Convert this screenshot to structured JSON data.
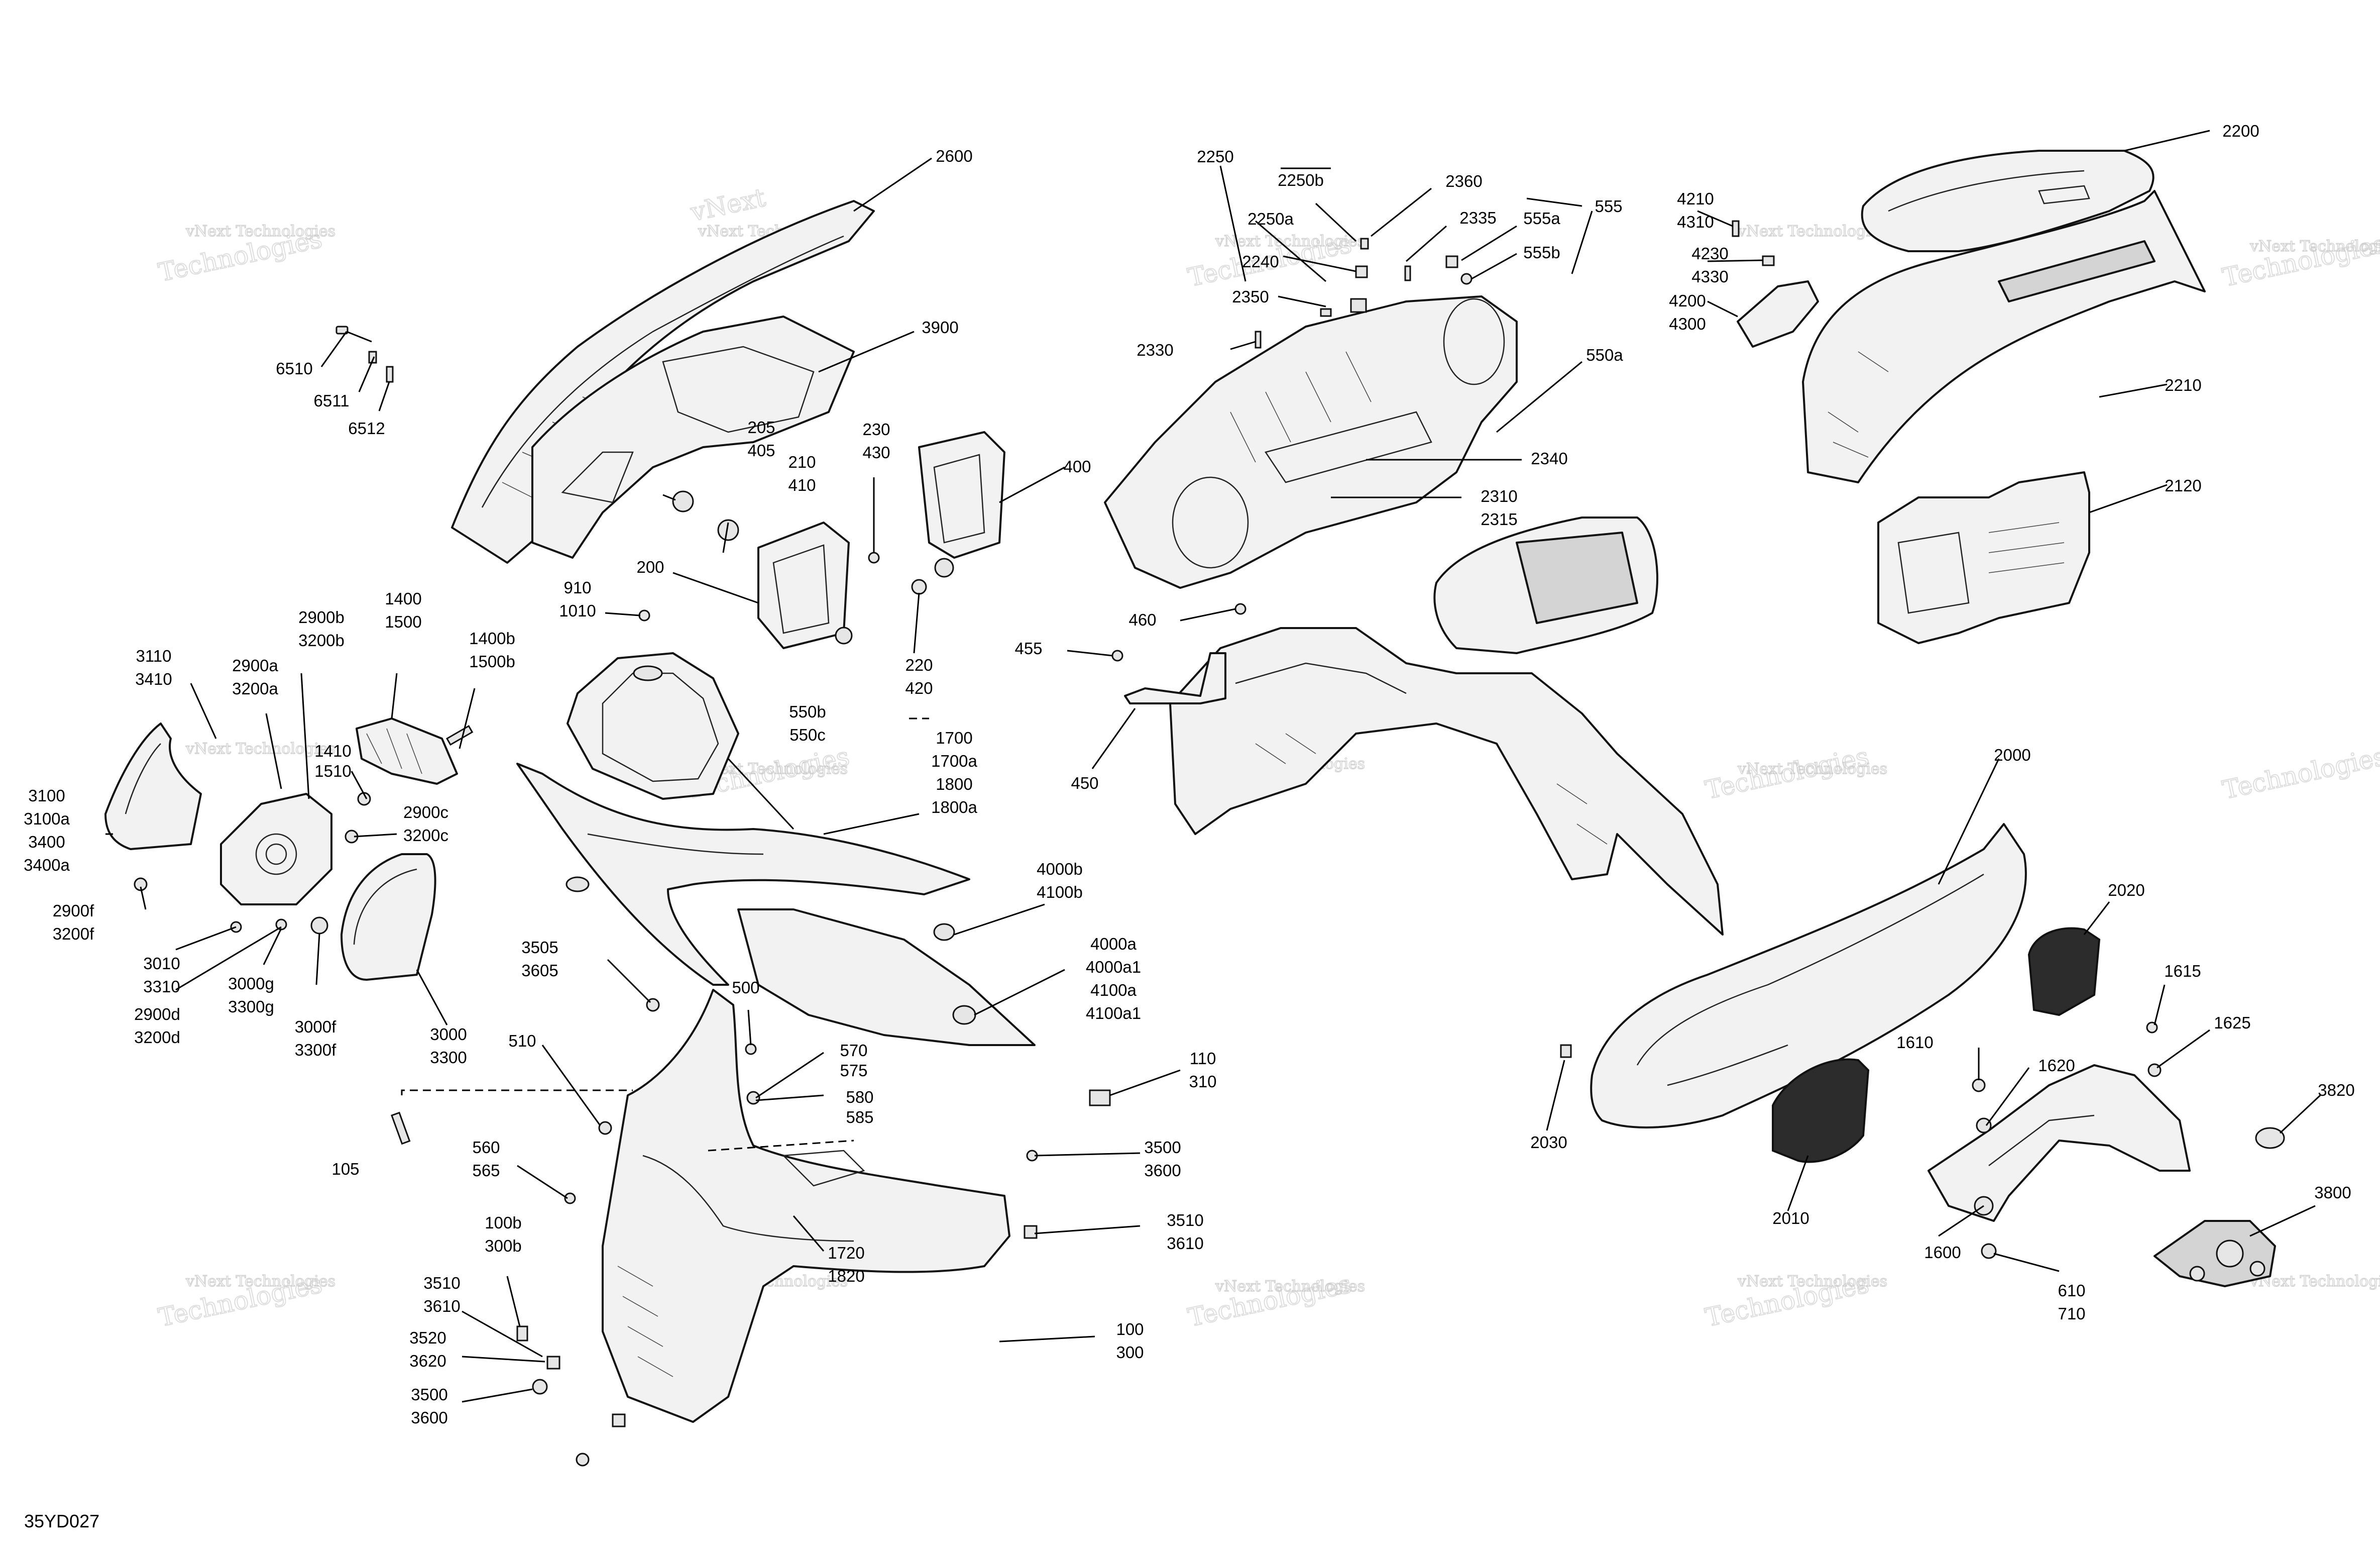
{
  "figure_code": "35YD027",
  "watermark": {
    "line1": "vNext Technologies",
    "line2": "vNext",
    "line3": "Technologies"
  },
  "callouts": {
    "c2600": [
      "2600"
    ],
    "c3900": [
      "3900"
    ],
    "c6510": [
      "6510"
    ],
    "c6511": [
      "6511"
    ],
    "c6512": [
      "6512"
    ],
    "c205": [
      "205",
      "405"
    ],
    "c210": [
      "210",
      "410"
    ],
    "c230": [
      "230",
      "430"
    ],
    "c400": [
      "400"
    ],
    "c200": [
      "200"
    ],
    "c220": [
      "220",
      "420"
    ],
    "c910": [
      "910",
      "1010"
    ],
    "c1400": [
      "1400",
      "1500"
    ],
    "c1400b": [
      "1400b",
      "1500b"
    ],
    "c2900b": [
      "2900b",
      "3200b"
    ],
    "c2900a": [
      "2900a",
      "3200a"
    ],
    "c3110": [
      "3110",
      "3410"
    ],
    "c1410": [
      "1410",
      "1510"
    ],
    "c3100": [
      "3100",
      "3100a",
      "3400",
      "3400a"
    ],
    "c2900c": [
      "2900c",
      "3200c"
    ],
    "c2900f": [
      "2900f",
      "3200f"
    ],
    "c3010": [
      "3010",
      "3310"
    ],
    "c2900d": [
      "2900d",
      "3200d"
    ],
    "c3000g": [
      "3000g",
      "3300g"
    ],
    "c3000f": [
      "3000f",
      "3300f"
    ],
    "c3000": [
      "3000",
      "3300"
    ],
    "c550b": [
      "550b",
      "550c"
    ],
    "c1700": [
      "1700",
      "1700a",
      "1800",
      "1800a"
    ],
    "c4000b": [
      "4000b",
      "4100b"
    ],
    "c4000a": [
      "4000a",
      "4000a1",
      "4100a",
      "4100a1"
    ],
    "c3505": [
      "3505",
      "3605"
    ],
    "c500": [
      "500"
    ],
    "c510": [
      "510"
    ],
    "c570": [
      "570",
      "575"
    ],
    "c580": [
      "580",
      "585"
    ],
    "c105": [
      "105"
    ],
    "c560": [
      "560",
      "565"
    ],
    "c110": [
      "110",
      "310"
    ],
    "c3500r": [
      "3500",
      "3600"
    ],
    "c3510r": [
      "3510",
      "3610"
    ],
    "c1720": [
      "1720",
      "1820"
    ],
    "c100b": [
      "100b",
      "300b"
    ],
    "c3510l": [
      "3510",
      "3610"
    ],
    "c3520": [
      "3520",
      "3620"
    ],
    "c3500l": [
      "3500",
      "3600"
    ],
    "c100": [
      "100",
      "300"
    ],
    "c2250": [
      "2250"
    ],
    "c2250b": [
      "2250b"
    ],
    "c2250a": [
      "2250a"
    ],
    "c2240": [
      "2240"
    ],
    "c2360": [
      "2360"
    ],
    "c2335": [
      "2335"
    ],
    "c555": [
      "555"
    ],
    "c555a": [
      "555a"
    ],
    "c555b": [
      "555b"
    ],
    "c2350": [
      "2350"
    ],
    "c2330": [
      "2330"
    ],
    "c550a": [
      "550a"
    ],
    "c2340": [
      "2340"
    ],
    "c2310": [
      "2310",
      "2315"
    ],
    "c460": [
      "460"
    ],
    "c455": [
      "455"
    ],
    "c450": [
      "450"
    ],
    "c4210": [
      "4210",
      "4310"
    ],
    "c4230": [
      "4230",
      "4330"
    ],
    "c4200": [
      "4200",
      "4300"
    ],
    "c2200": [
      "2200"
    ],
    "c2210": [
      "2210"
    ],
    "c2120": [
      "2120"
    ],
    "c2000": [
      "2000"
    ],
    "c2020": [
      "2020"
    ],
    "c1615": [
      "1615"
    ],
    "c1625": [
      "1625"
    ],
    "c1610": [
      "1610"
    ],
    "c1620": [
      "1620"
    ],
    "c2030": [
      "2030"
    ],
    "c2010": [
      "2010"
    ],
    "c1600": [
      "1600"
    ],
    "c610": [
      "610",
      "710"
    ],
    "c3820": [
      "3820"
    ],
    "c3800": [
      "3800"
    ]
  }
}
